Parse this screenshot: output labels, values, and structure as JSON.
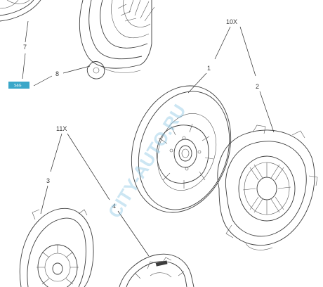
{
  "callouts": {
    "c1": "1",
    "c2": "2",
    "c3": "3",
    "c4": "4",
    "c7": "7",
    "c8": "8",
    "qty_10x": "10X",
    "qty_11x": "11X"
  },
  "watermark": "CITY-AUTO.RU",
  "tag_text": "S&G",
  "colors": {
    "line": "#3c3c3c",
    "watermark": "#8fc9e6",
    "tag": "#3aa7c9"
  }
}
